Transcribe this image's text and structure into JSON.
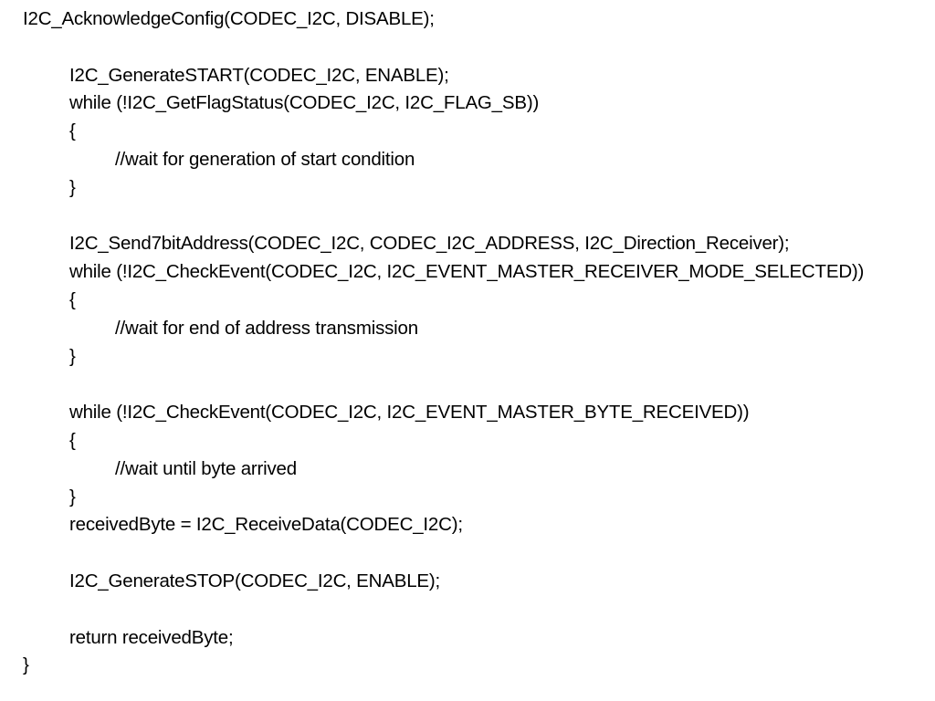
{
  "code": {
    "lines": [
      {
        "indent": 0,
        "text": "I2C_AcknowledgeConfig(CODEC_I2C, DISABLE);"
      },
      {
        "indent": 0,
        "text": ""
      },
      {
        "indent": 1,
        "text": "I2C_GenerateSTART(CODEC_I2C, ENABLE);"
      },
      {
        "indent": 1,
        "text": "while (!I2C_GetFlagStatus(CODEC_I2C, I2C_FLAG_SB))"
      },
      {
        "indent": 1,
        "text": "{"
      },
      {
        "indent": 2,
        "text": "//wait for generation of start condition"
      },
      {
        "indent": 1,
        "text": "}"
      },
      {
        "indent": 0,
        "text": ""
      },
      {
        "indent": 1,
        "text": "I2C_Send7bitAddress(CODEC_I2C, CODEC_I2C_ADDRESS, I2C_Direction_Receiver);"
      },
      {
        "indent": 1,
        "text": "while (!I2C_CheckEvent(CODEC_I2C, I2C_EVENT_MASTER_RECEIVER_MODE_SELECTED))"
      },
      {
        "indent": 1,
        "text": "{"
      },
      {
        "indent": 2,
        "text": "//wait for end of address transmission"
      },
      {
        "indent": 1,
        "text": "}"
      },
      {
        "indent": 0,
        "text": ""
      },
      {
        "indent": 1,
        "text": "while (!I2C_CheckEvent(CODEC_I2C, I2C_EVENT_MASTER_BYTE_RECEIVED))"
      },
      {
        "indent": 1,
        "text": "{"
      },
      {
        "indent": 2,
        "text": "//wait until byte arrived"
      },
      {
        "indent": 1,
        "text": "}"
      },
      {
        "indent": 1,
        "text": "receivedByte = I2C_ReceiveData(CODEC_I2C);"
      },
      {
        "indent": 0,
        "text": ""
      },
      {
        "indent": 1,
        "text": "I2C_GenerateSTOP(CODEC_I2C, ENABLE);"
      },
      {
        "indent": 0,
        "text": ""
      },
      {
        "indent": 1,
        "text": "return receivedByte;"
      },
      {
        "indent": 0,
        "text": "}"
      }
    ]
  }
}
